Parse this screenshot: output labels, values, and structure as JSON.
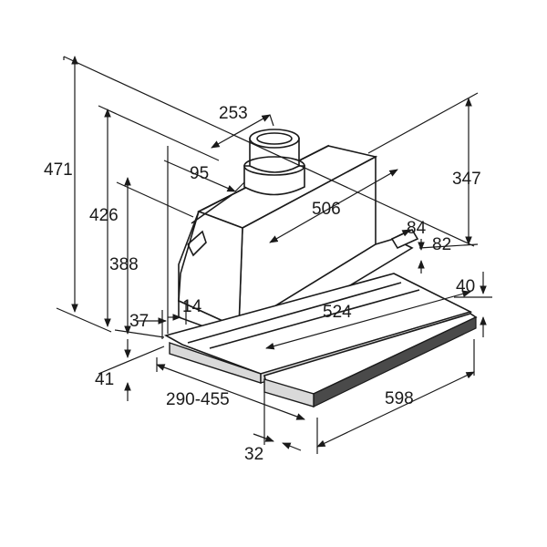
{
  "dimensions": {
    "total_height": "471",
    "height_426": "426",
    "height_388": "388",
    "height_347": "347",
    "width_253": "253",
    "offset_95": "95",
    "depth_506": "506",
    "dim_84": "84",
    "dim_82": "82",
    "dim_40": "40",
    "depth_524": "524",
    "dim_37": "37",
    "dim_14": "14",
    "dim_41": "41",
    "extension_range": "290-455",
    "width_598": "598",
    "dim_32": "32"
  }
}
